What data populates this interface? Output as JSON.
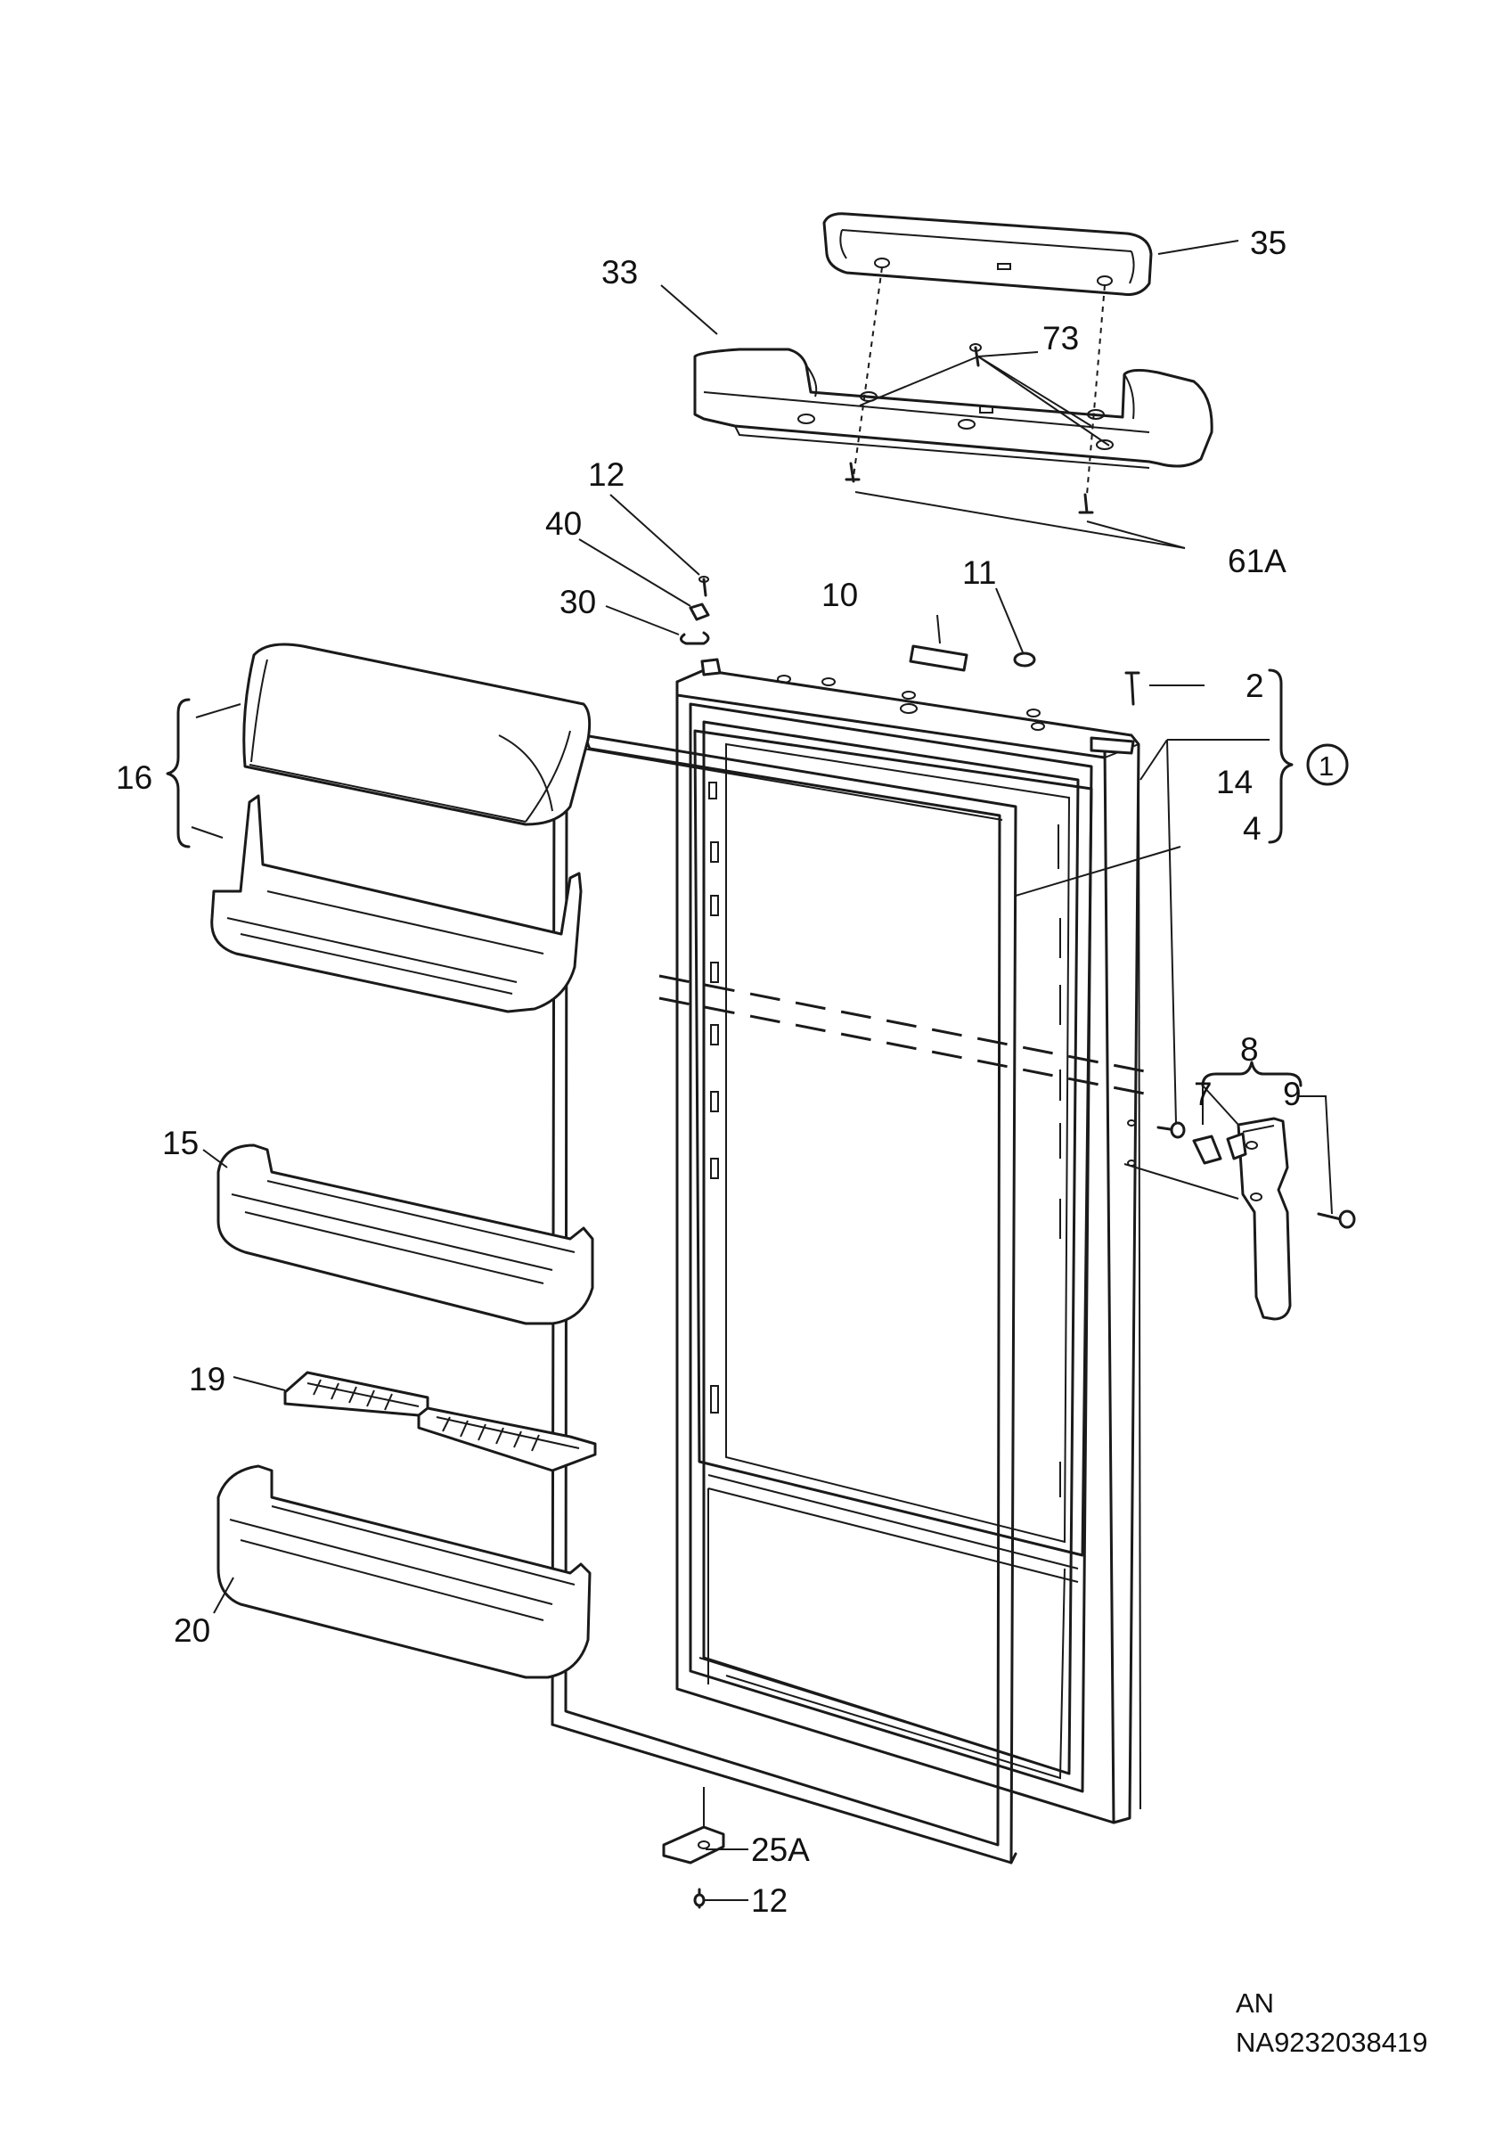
{
  "labels": {
    "p1": "1",
    "p2": "2",
    "p4": "4",
    "p7": "7",
    "p8": "8",
    "p9": "9",
    "p10": "10",
    "p11": "11",
    "p12_top": "12",
    "p12_bottom": "12",
    "p14": "14",
    "p15": "15",
    "p16": "16",
    "p19": "19",
    "p20": "20",
    "p25a": "25A",
    "p30": "30",
    "p33": "33",
    "p35": "35",
    "p40": "40",
    "p61a": "61A",
    "p73": "73"
  },
  "footer": {
    "line1": "AN",
    "line2": "NA9232038419"
  }
}
